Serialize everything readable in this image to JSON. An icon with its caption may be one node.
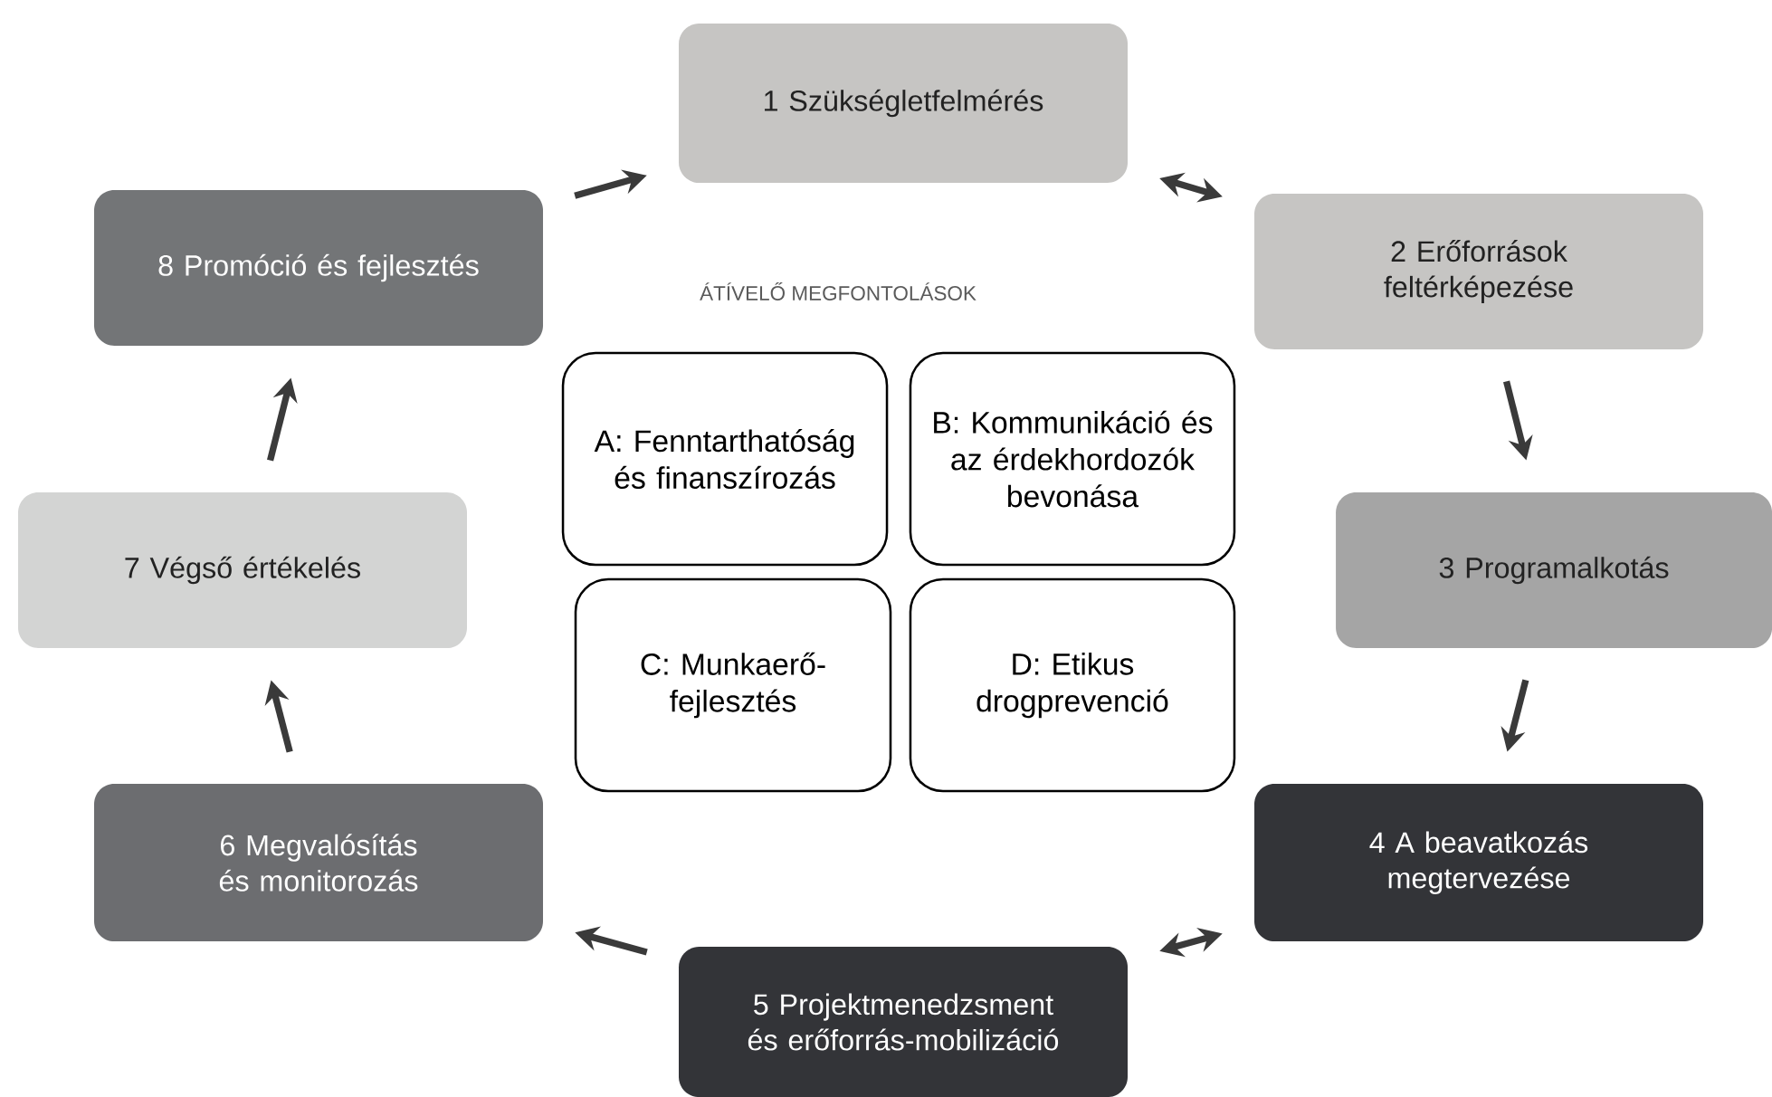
{
  "diagram": {
    "nodes": [
      {
        "text": [
          "1 Szükségletfelmérés"
        ]
      },
      {
        "text": [
          "2 Erőforrások feltérképezése"
        ]
      },
      {
        "text": [
          "3 Programalkotás"
        ]
      },
      {
        "text": [
          "4 A beavatkozás megtervezése"
        ]
      },
      {
        "text": [
          "5 Projektmenedzsment és erőforrás-mobilizáció"
        ]
      },
      {
        "text": [
          "6 Megvalósítás és monitorozás"
        ]
      },
      {
        "text": [
          "7 Végső értékelés"
        ]
      },
      {
        "text": [
          "8 Promóció és fejlesztés"
        ]
      },
      {
        "text": [
          "A: Fenntarthatóság és finanszírozás"
        ]
      },
      {
        "text": [
          "B: Kommunikáció és az érdekhordozók bevonása"
        ]
      },
      {
        "text": [
          "C: Munkaerő-fejlesztés"
        ]
      },
      {
        "text": [
          "D: Etikus drogprevenció"
        ]
      }
    ],
    "edges": [
      {
        "from": 7,
        "to": 0,
        "arrow": "to"
      },
      {
        "from": 0,
        "to": 1,
        "arrow": "both"
      },
      {
        "from": 1,
        "to": 2,
        "arrow": "to"
      },
      {
        "from": 2,
        "to": 3,
        "arrow": "to"
      },
      {
        "from": 3,
        "to": 4,
        "arrow": "both"
      },
      {
        "from": 4,
        "to": 5,
        "arrow": "to"
      },
      {
        "from": 5,
        "to": 6,
        "arrow": "to"
      },
      {
        "from": 6,
        "to": 7,
        "arrow": "to"
      }
    ],
    "labels": [
      "ÁTÍVELŐ MEGFONTOLÁSOK"
    ]
  }
}
